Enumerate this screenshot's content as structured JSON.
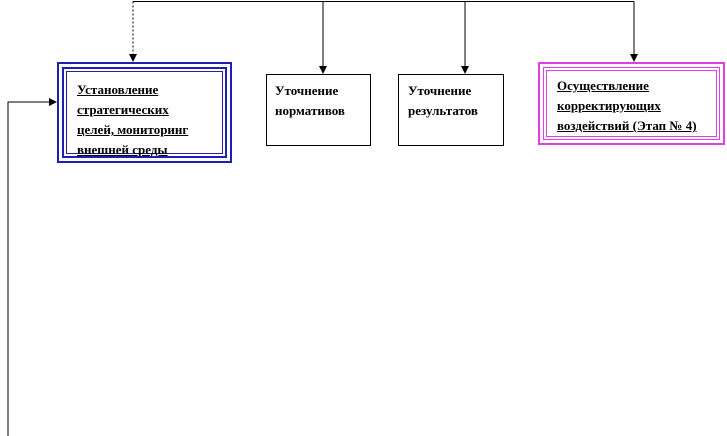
{
  "boxes": {
    "goals": {
      "lines": [
        "Установление",
        "стратегических",
        "целей, мониторинг",
        "внешней среды"
      ],
      "border_color": "#1f1fb4"
    },
    "norms": {
      "lines": [
        "Уточнение",
        "нормативов"
      ]
    },
    "results": {
      "lines": [
        "Уточнение",
        "результатов"
      ]
    },
    "corrective": {
      "lines": [
        "Осуществление",
        "корректирующих",
        "воздействий (Этап № 4)"
      ],
      "border_color": "#e040e0"
    }
  }
}
